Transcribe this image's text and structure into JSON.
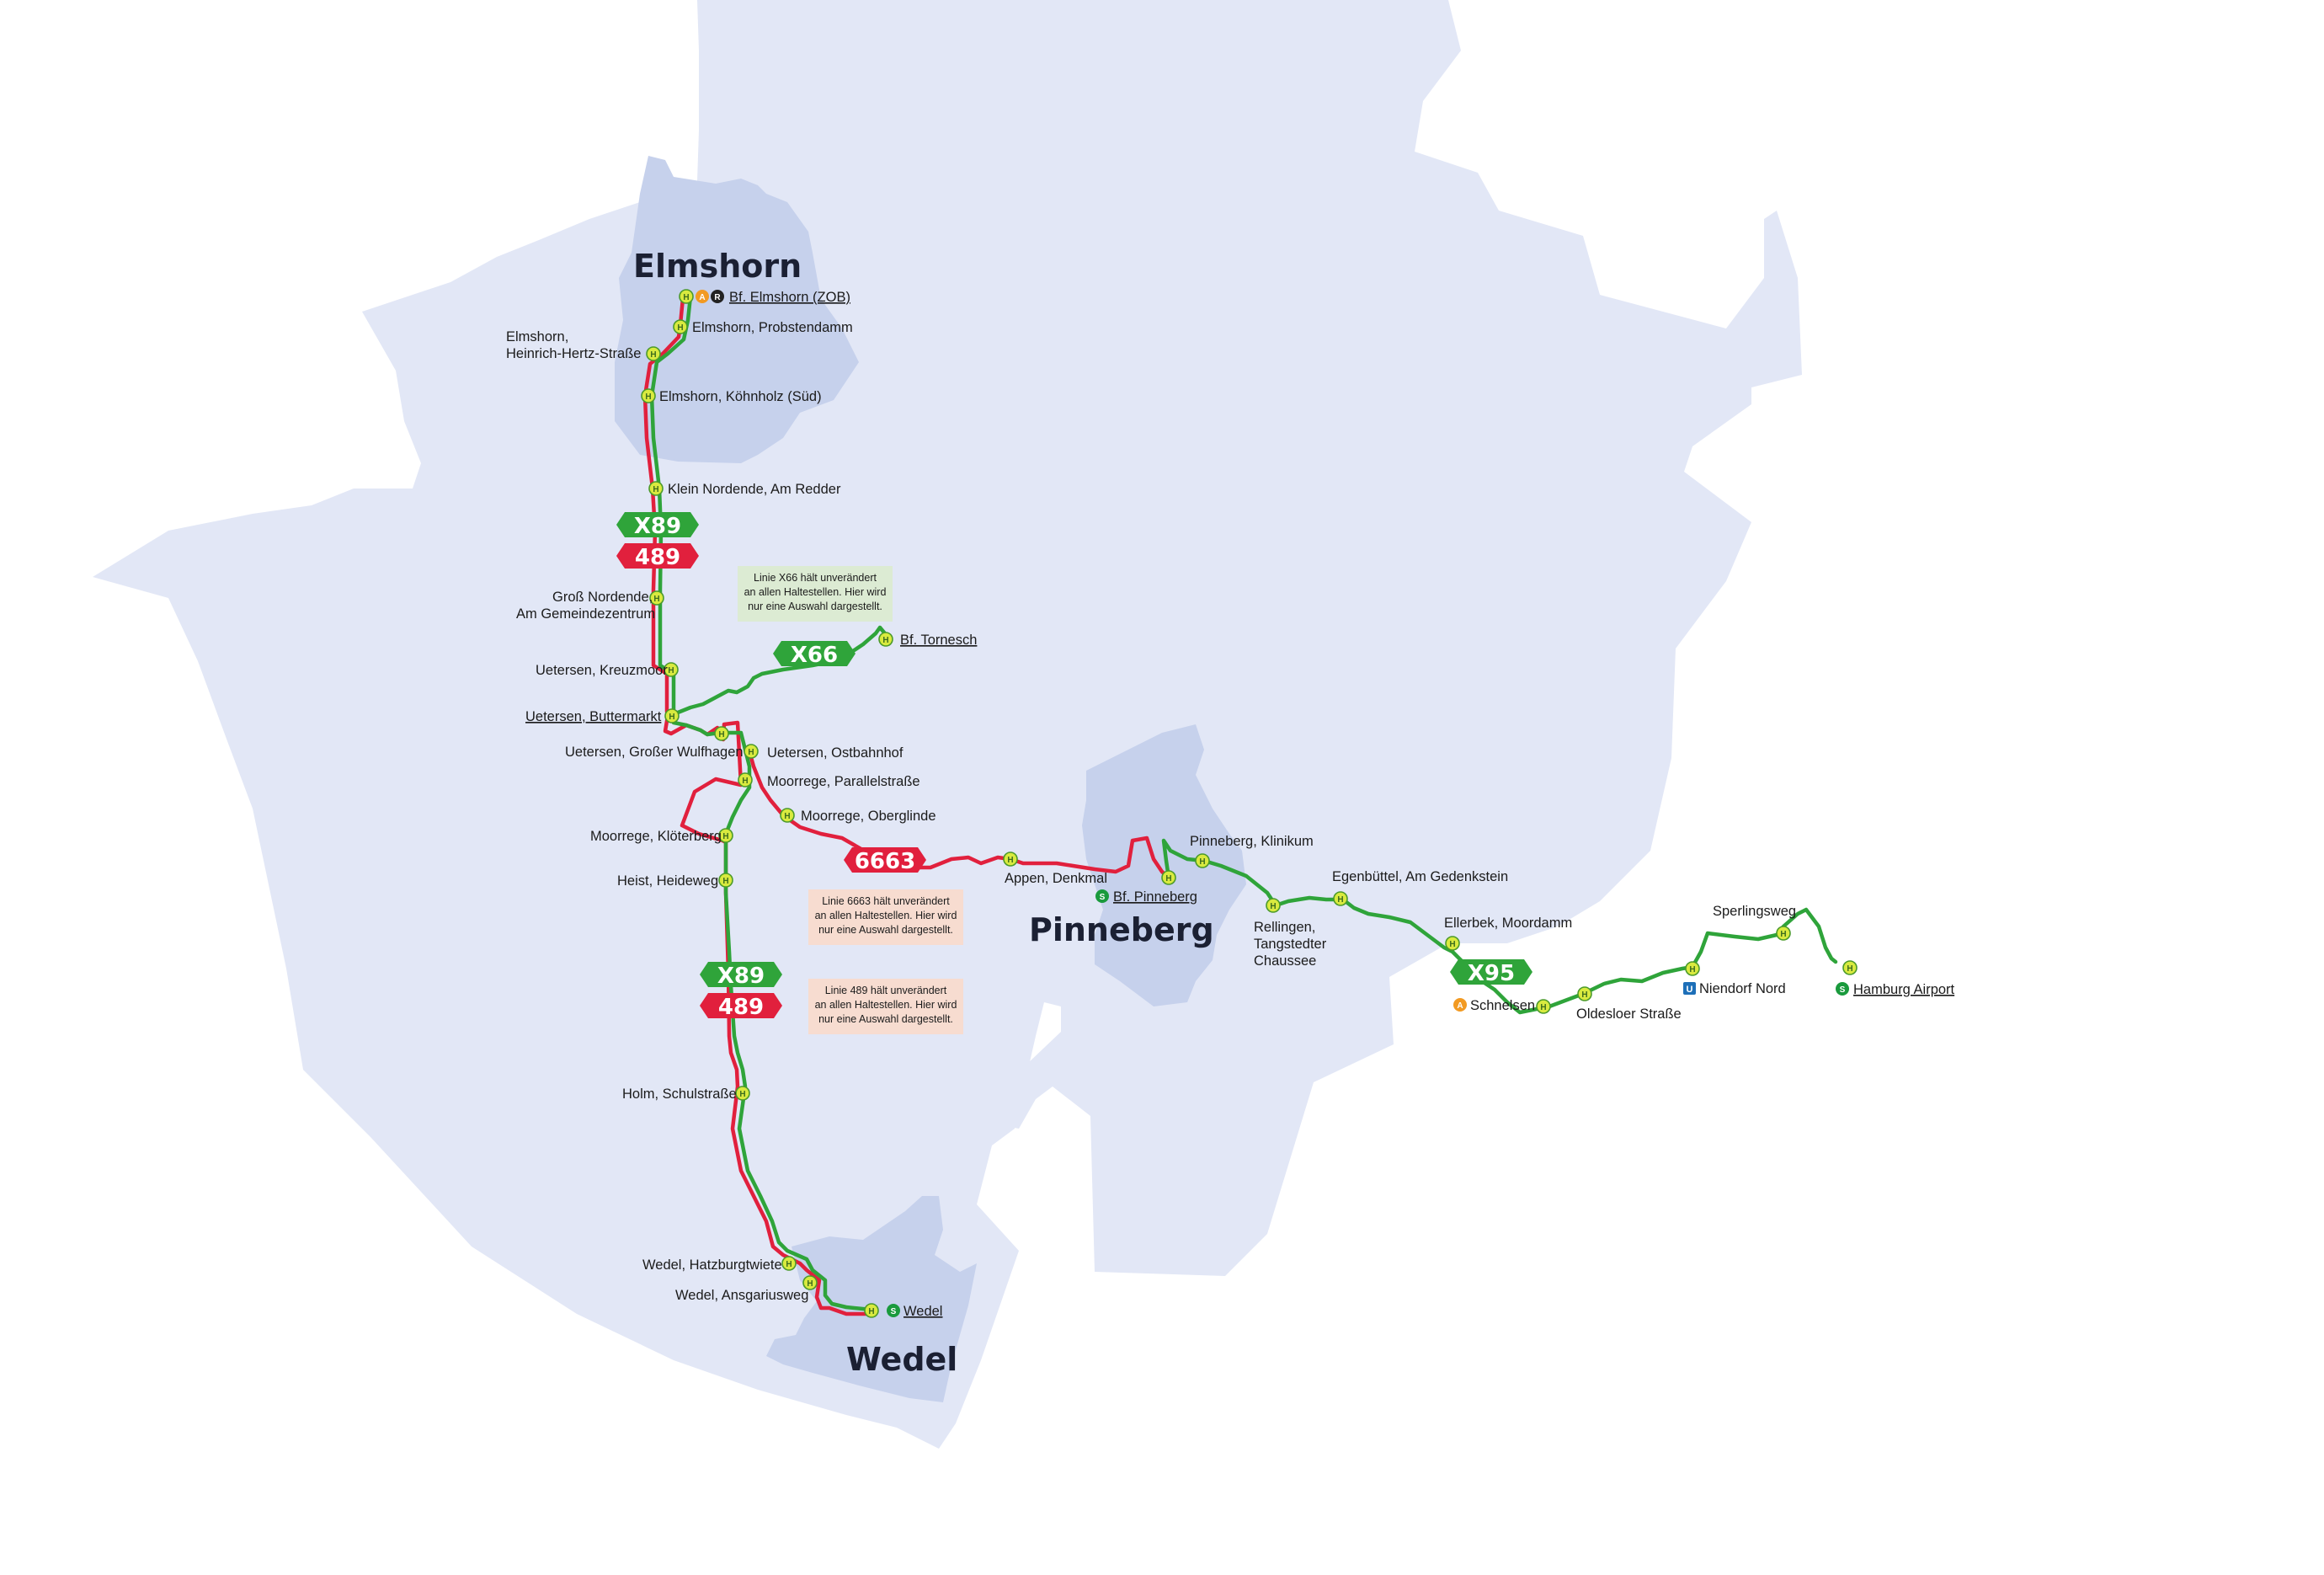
{
  "colors": {
    "district": "#e2e7f6",
    "town": "#c6d1ec",
    "line_green": "#2fa43a",
    "line_red": "#e1203d",
    "stop_fill": "#d9ea3f",
    "note_green": "#dcebd3",
    "note_red": "#f7dcd0",
    "s_bahn": "#1a9a3d",
    "u_bahn": "#1d6fb8",
    "akn": "#f29a22",
    "regional": "#222222"
  },
  "cities": {
    "elmshorn": "Elmshorn",
    "pinneberg": "Pinneberg",
    "wedel": "Wedel"
  },
  "stop_icon": "H",
  "transfer_icons": {
    "s": "S",
    "u": "U",
    "a": "A",
    "r": "R"
  },
  "lines": {
    "x89": "X89",
    "l489": "489",
    "x66": "X66",
    "l6663": "6663",
    "x95": "X95"
  },
  "stops": {
    "elmshorn_zob": "Bf. Elmshorn (ZOB)",
    "probstendamm": "Elmshorn, Probstendamm",
    "hertz_1": "Elmshorn,",
    "hertz_2": "Heinrich-Hertz-Straße",
    "koehnholz": "Elmshorn, Köhnholz (Süd)",
    "klein_nordende": "Klein Nordende, Am Redder",
    "gross_nordende_1": "Groß Nordende,",
    "gross_nordende_2": "Am Gemeindezentrum",
    "kreuzmoor": "Uetersen, Kreuzmoor",
    "buttermarkt": "Uetersen, Buttermarkt",
    "wulfhagen": "Uetersen, Großer Wulfhagen",
    "ostbahnhof": "Uetersen, Ostbahnhof",
    "parallelstrasse": "Moorrege, Parallelstraße",
    "oberglinde": "Moorrege, Oberglinde",
    "kloeterberg": "Moorrege, Klöterberg",
    "heideweg": "Heist, Heideweg",
    "holm": "Holm, Schulstraße",
    "hatzburgtwiete": "Wedel, Hatzburgtwiete",
    "ansgariusweg": "Wedel, Ansgariusweg",
    "wedel": "Wedel",
    "tornesch": "Bf. Tornesch",
    "appen": "Appen, Denkmal",
    "pinneberg_bf": "Bf. Pinneberg",
    "klinikum": "Pinneberg, Klinikum",
    "rellingen_1": "Rellingen,",
    "rellingen_2": "Tangstedter",
    "rellingen_3": "Chaussee",
    "egenbuettel": "Egenbüttel, Am Gedenkstein",
    "ellerbek": "Ellerbek, Moordamm",
    "schnelsen": "Schnelsen",
    "oldesloer": "Oldesloer Straße",
    "niendorf": "Niendorf Nord",
    "sperlingsweg": "Sperlingsweg",
    "airport": "Hamburg Airport"
  },
  "notes": {
    "x66": [
      "Linie X66 hält unverändert",
      "an allen Haltestellen. Hier wird",
      "nur eine Auswahl dargestellt."
    ],
    "l6663": [
      "Linie 6663 hält unverändert",
      "an allen Haltestellen. Hier wird",
      "nur eine Auswahl dargestellt."
    ],
    "l489": [
      "Linie 489 hält unverändert",
      "an allen Haltestellen. Hier wird",
      "nur eine Auswahl dargestellt."
    ]
  }
}
